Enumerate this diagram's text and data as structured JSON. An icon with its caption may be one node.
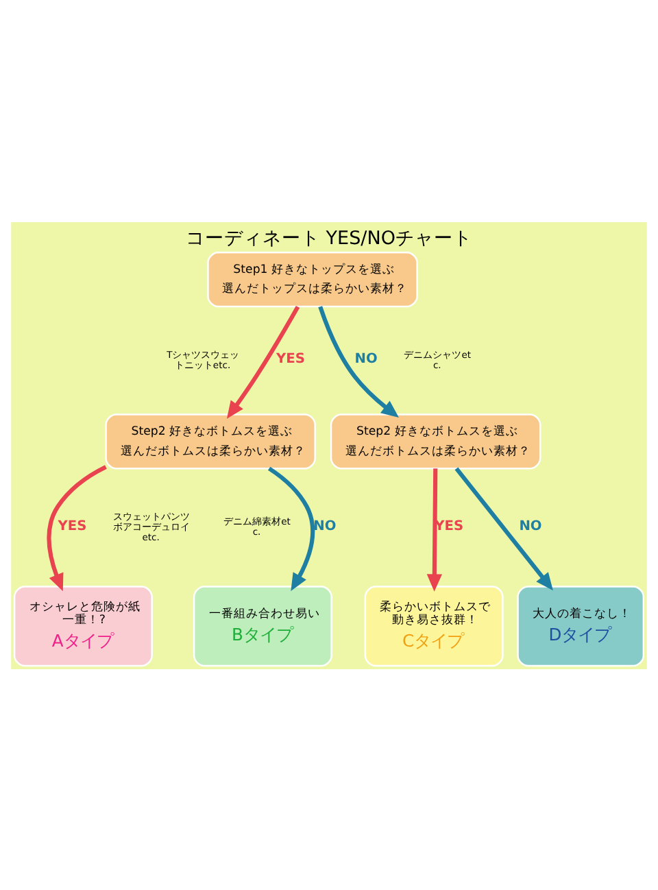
{
  "diagram": {
    "title": "コーディネート YES/NOチャート",
    "nodes": [
      {
        "text": [
          "Step1 好きなトップスを選ぶ",
          "選んだトップスは柔らかい素材？"
        ]
      },
      {
        "text": [
          "Step2 好きなボトムスを選ぶ",
          "選んだボトムスは柔らかい素材？"
        ]
      },
      {
        "text": [
          "Step2 好きなボトムスを選ぶ",
          "選んだボトムスは柔らかい素材？"
        ]
      },
      {
        "text": [
          "オシャレと危険が紙一重！?",
          "Aタイプ"
        ]
      },
      {
        "text": [
          "一番組み合わせ易い",
          "Bタイプ"
        ]
      },
      {
        "text": [
          "柔らかいボトムスで動き易さ抜群！",
          "Cタイプ"
        ]
      },
      {
        "text": [
          "大人の着こなし！",
          "Dタイプ"
        ]
      }
    ],
    "edges": [
      {
        "from": 0,
        "to": 1,
        "arrow": "to",
        "label": "YES",
        "color": "#e8434f"
      },
      {
        "from": 0,
        "to": 2,
        "arrow": "to",
        "label": "NO",
        "color": "#1f7fa3"
      },
      {
        "from": 1,
        "to": 3,
        "arrow": "to",
        "label": "YES",
        "color": "#e8434f"
      },
      {
        "from": 1,
        "to": 4,
        "arrow": "to",
        "label": "NO",
        "color": "#1f7fa3"
      },
      {
        "from": 2,
        "to": 5,
        "arrow": "to",
        "label": "YES",
        "color": "#e8434f"
      },
      {
        "from": 2,
        "to": 6,
        "arrow": "to",
        "label": "NO",
        "color": "#1f7fa3"
      }
    ],
    "labels": [
      "Tシャツスウェットニットetc.",
      "デニムシャツetc.",
      "スウェットパンツボアコーデュロイetc.",
      "デニム綿素材etc."
    ]
  }
}
